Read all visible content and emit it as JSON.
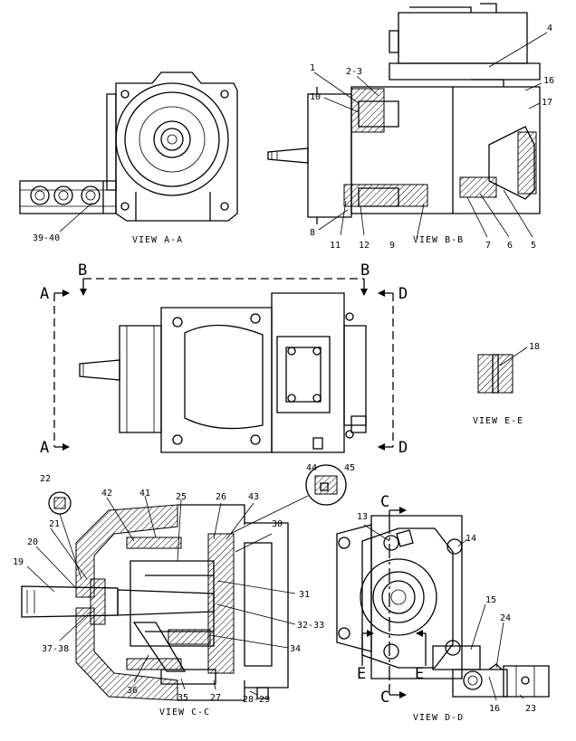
{
  "views": {
    "a": "VIEW A-A",
    "b": "VIEW B-B",
    "c": "VIEW C-C",
    "d": "VIEW D-D",
    "e": "VIEW E-E"
  },
  "section_letters": {
    "A1": "A",
    "A2": "A",
    "B1": "B",
    "B2": "B",
    "C1": "C",
    "C2": "C",
    "D1": "D",
    "D2": "D",
    "E1": "E",
    "E2": "E"
  },
  "callouts": {
    "c1": "1",
    "c2_3": "2-3",
    "c4": "4",
    "c5": "5",
    "c6": "6",
    "c7": "7",
    "c8": "8",
    "c9": "9",
    "c10": "10",
    "c11": "11",
    "c12": "12",
    "c13": "13",
    "c14": "14",
    "c15": "15",
    "c16a": "16",
    "c16b": "16",
    "c17": "17",
    "c18": "18",
    "c19": "19",
    "c20": "20",
    "c21": "21",
    "c22": "22",
    "c23": "23",
    "c24": "24",
    "c25": "25",
    "c26": "26",
    "c27": "27",
    "c28_29": "28-29",
    "c30": "30",
    "c31": "31",
    "c32_33": "32-33",
    "c34": "34",
    "c35": "35",
    "c36": "36",
    "c37_38": "37-38",
    "c39_40": "39-40",
    "c41": "41",
    "c42": "42",
    "c43": "43",
    "c44": "44",
    "c45": "45"
  }
}
